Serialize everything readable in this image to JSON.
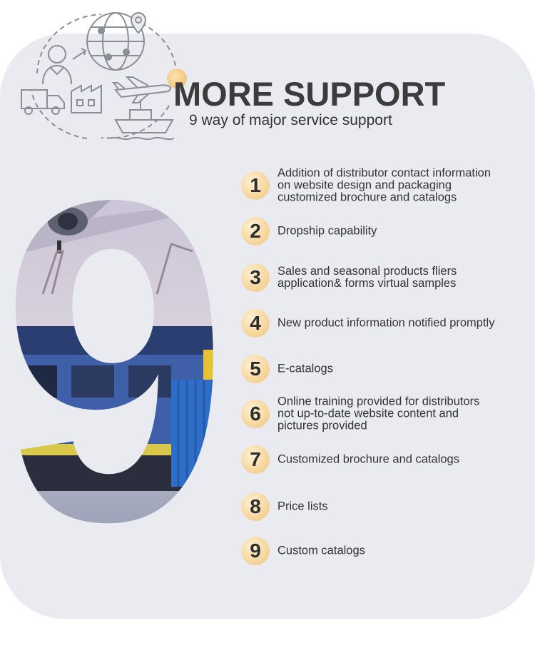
{
  "header": {
    "title": "MORE SUPPORT",
    "subtitle": "9 way of major service support"
  },
  "hero": {
    "digit": "9"
  },
  "services": [
    {
      "number": "1",
      "text": "Addition of distributor contact information\non  website design and packaging\ncustomized brochure and catalogs"
    },
    {
      "number": "2",
      "text": "Dropship capability"
    },
    {
      "number": "3",
      "text": "Sales and seasonal products fliers\napplication& forms virtual samples"
    },
    {
      "number": "4",
      "text": "New product information notified promptly"
    },
    {
      "number": "5",
      "text": "E-catalogs"
    },
    {
      "number": "6",
      "text": "Online training provided for distributors\nnot up-to-date website content and\npictures  provided"
    },
    {
      "number": "7",
      "text": "Customized brochure and catalogs"
    },
    {
      "number": "8",
      "text": "Price lists"
    },
    {
      "number": "9",
      "text": "Custom catalogs"
    }
  ],
  "colors": {
    "card_background": "#e9ebf0",
    "badge_gold": "#f7d9a0",
    "title_text": "#3c3c3c",
    "body_text": "#333333"
  },
  "icons": [
    "globe-icon",
    "person-icon",
    "airplane-icon",
    "ship-icon",
    "truck-icon",
    "factory-icon",
    "location-pin-icon"
  ]
}
